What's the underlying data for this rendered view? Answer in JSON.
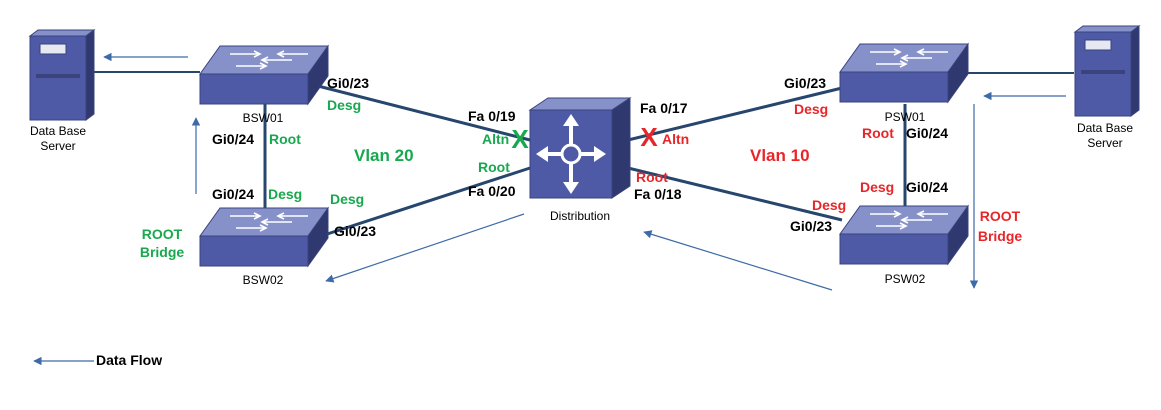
{
  "devices": {
    "bsw01": "BSW01",
    "bsw02": "BSW02",
    "psw01": "PSW01",
    "psw02": "PSW02",
    "distribution": "Distribution",
    "server_left": [
      "Data Base",
      "Server"
    ],
    "server_right": [
      "Data Base",
      "Server"
    ]
  },
  "vlans": {
    "left": "Vlan 20",
    "right": "Vlan 10"
  },
  "ports": {
    "bsw01_gi023": "Gi0/23",
    "bsw01_gi024": "Gi0/24",
    "bsw02_gi024": "Gi0/24",
    "bsw02_gi023": "Gi0/23",
    "dist_fa019": "Fa 0/19",
    "dist_fa020": "Fa 0/20",
    "dist_fa017": "Fa 0/17",
    "dist_fa018": "Fa 0/18",
    "psw01_gi023": "Gi0/23",
    "psw01_gi024": "Gi0/24",
    "psw02_gi024": "Gi0/24",
    "psw02_gi023": "Gi0/23"
  },
  "roles": {
    "bsw01_gi023": "Desg",
    "bsw01_gi024": "Root",
    "bsw02_gi024": "Desg",
    "bsw02_gi023": "Desg",
    "dist_fa019": "Altn",
    "dist_fa020": "Root",
    "dist_fa017": "Altn",
    "dist_fa018": "Root",
    "psw01_gi023": "Desg",
    "psw01_gi024": "Root",
    "psw02_gi024": "Desg",
    "psw02_gi023": "Desg"
  },
  "root_bridge": {
    "left": [
      "ROOT",
      "Bridge"
    ],
    "right": [
      "ROOT",
      "Bridge"
    ]
  },
  "blocked_marker": "X",
  "legend": {
    "label": "Data Flow"
  },
  "colors": {
    "vlan20": "#18a84e",
    "vlan10": "#e8262a",
    "switch": "#4f5aa6",
    "link": "#27466e",
    "flow_arrow": "#3e6aa8"
  }
}
